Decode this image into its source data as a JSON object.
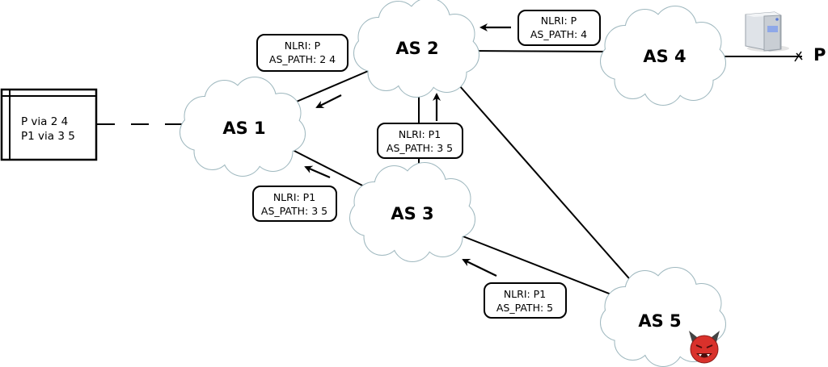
{
  "routing_table": {
    "entries": [
      "P via 2 4",
      "P1 via 3 5"
    ]
  },
  "nodes": [
    {
      "id": "as1",
      "label": "AS 1"
    },
    {
      "id": "as2",
      "label": "AS 2"
    },
    {
      "id": "as3",
      "label": "AS 3"
    },
    {
      "id": "as4",
      "label": "AS 4"
    },
    {
      "id": "as5",
      "label": "AS 5",
      "icon": "devil-icon",
      "role": "malicious"
    }
  ],
  "prefix": {
    "label": "P",
    "icon": "server-icon"
  },
  "messages": [
    {
      "nlri": "NLRI: P",
      "as_path": "AS_PATH: 2 4"
    },
    {
      "nlri": "NLRI: P",
      "as_path": "AS_PATH: 4"
    },
    {
      "nlri": "NLRI: P1",
      "as_path": "AS_PATH: 3 5"
    },
    {
      "nlri": "NLRI: P1",
      "as_path": "AS_PATH: 3 5"
    },
    {
      "nlri": "NLRI: P1",
      "as_path": "AS_PATH: 5"
    }
  ],
  "colors": {
    "cloud_stroke": "#9fb8bf",
    "line": "#000000",
    "devil": "#d9312b"
  }
}
